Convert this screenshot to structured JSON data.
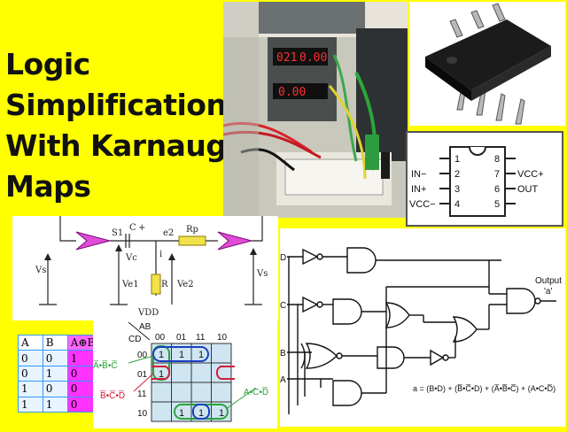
{
  "title_lines": [
    "Logic",
    "Simplification",
    "With Karnaugh",
    "Maps"
  ],
  "photo": {
    "displays": [
      "021",
      "0.00",
      "0.00"
    ]
  },
  "pinout": {
    "pins_left": [
      {
        "num": "1",
        "label": ""
      },
      {
        "num": "2",
        "label": "IN−"
      },
      {
        "num": "3",
        "label": "IN+"
      },
      {
        "num": "4",
        "label": "VCC−"
      }
    ],
    "pins_right": [
      {
        "num": "8",
        "label": ""
      },
      {
        "num": "7",
        "label": "VCC+"
      },
      {
        "num": "6",
        "label": "OUT"
      },
      {
        "num": "5",
        "label": ""
      }
    ]
  },
  "circuit": {
    "labels": {
      "s1": "S1",
      "c": "C",
      "plus": "+",
      "ve_small": "Vc",
      "e2": "e2",
      "rp": "Rp",
      "vs_left": "Vs",
      "ve1": "Ve1",
      "r": "R",
      "ve2": "Ve2",
      "vdd": "VDD",
      "vs_right": "Vs",
      "i": "i"
    }
  },
  "truth_table": {
    "headers": [
      "A",
      "B",
      "A⊕B"
    ],
    "rows": [
      [
        "0",
        "0",
        "1"
      ],
      [
        "0",
        "1",
        "0"
      ],
      [
        "1",
        "0",
        "0"
      ],
      [
        "1",
        "1",
        "0"
      ]
    ]
  },
  "kmap": {
    "ab_label": "AB",
    "cd_label": "CD",
    "col_headers": [
      "00",
      "01",
      "11",
      "10"
    ],
    "row_headers": [
      "00",
      "01",
      "11",
      "10"
    ],
    "cells": [
      [
        "1",
        "1",
        "1",
        ""
      ],
      [
        "1",
        "",
        "",
        ""
      ],
      [
        "",
        "",
        "",
        ""
      ],
      [
        "",
        "1",
        "1",
        "1"
      ]
    ],
    "term_left_1": "A̅•B̅•C̅",
    "term_left_2": "B̅•C̅•D̅",
    "term_right": "A•C•D̅"
  },
  "logic": {
    "inputs": [
      "D",
      "C",
      "B",
      "A"
    ],
    "output_label": "Output",
    "output_sub": "'a'",
    "equation": "a = (B•D) + (B̅•C̅•D) + (A̅•B̅•C̅) + (A•C•D̅)"
  }
}
